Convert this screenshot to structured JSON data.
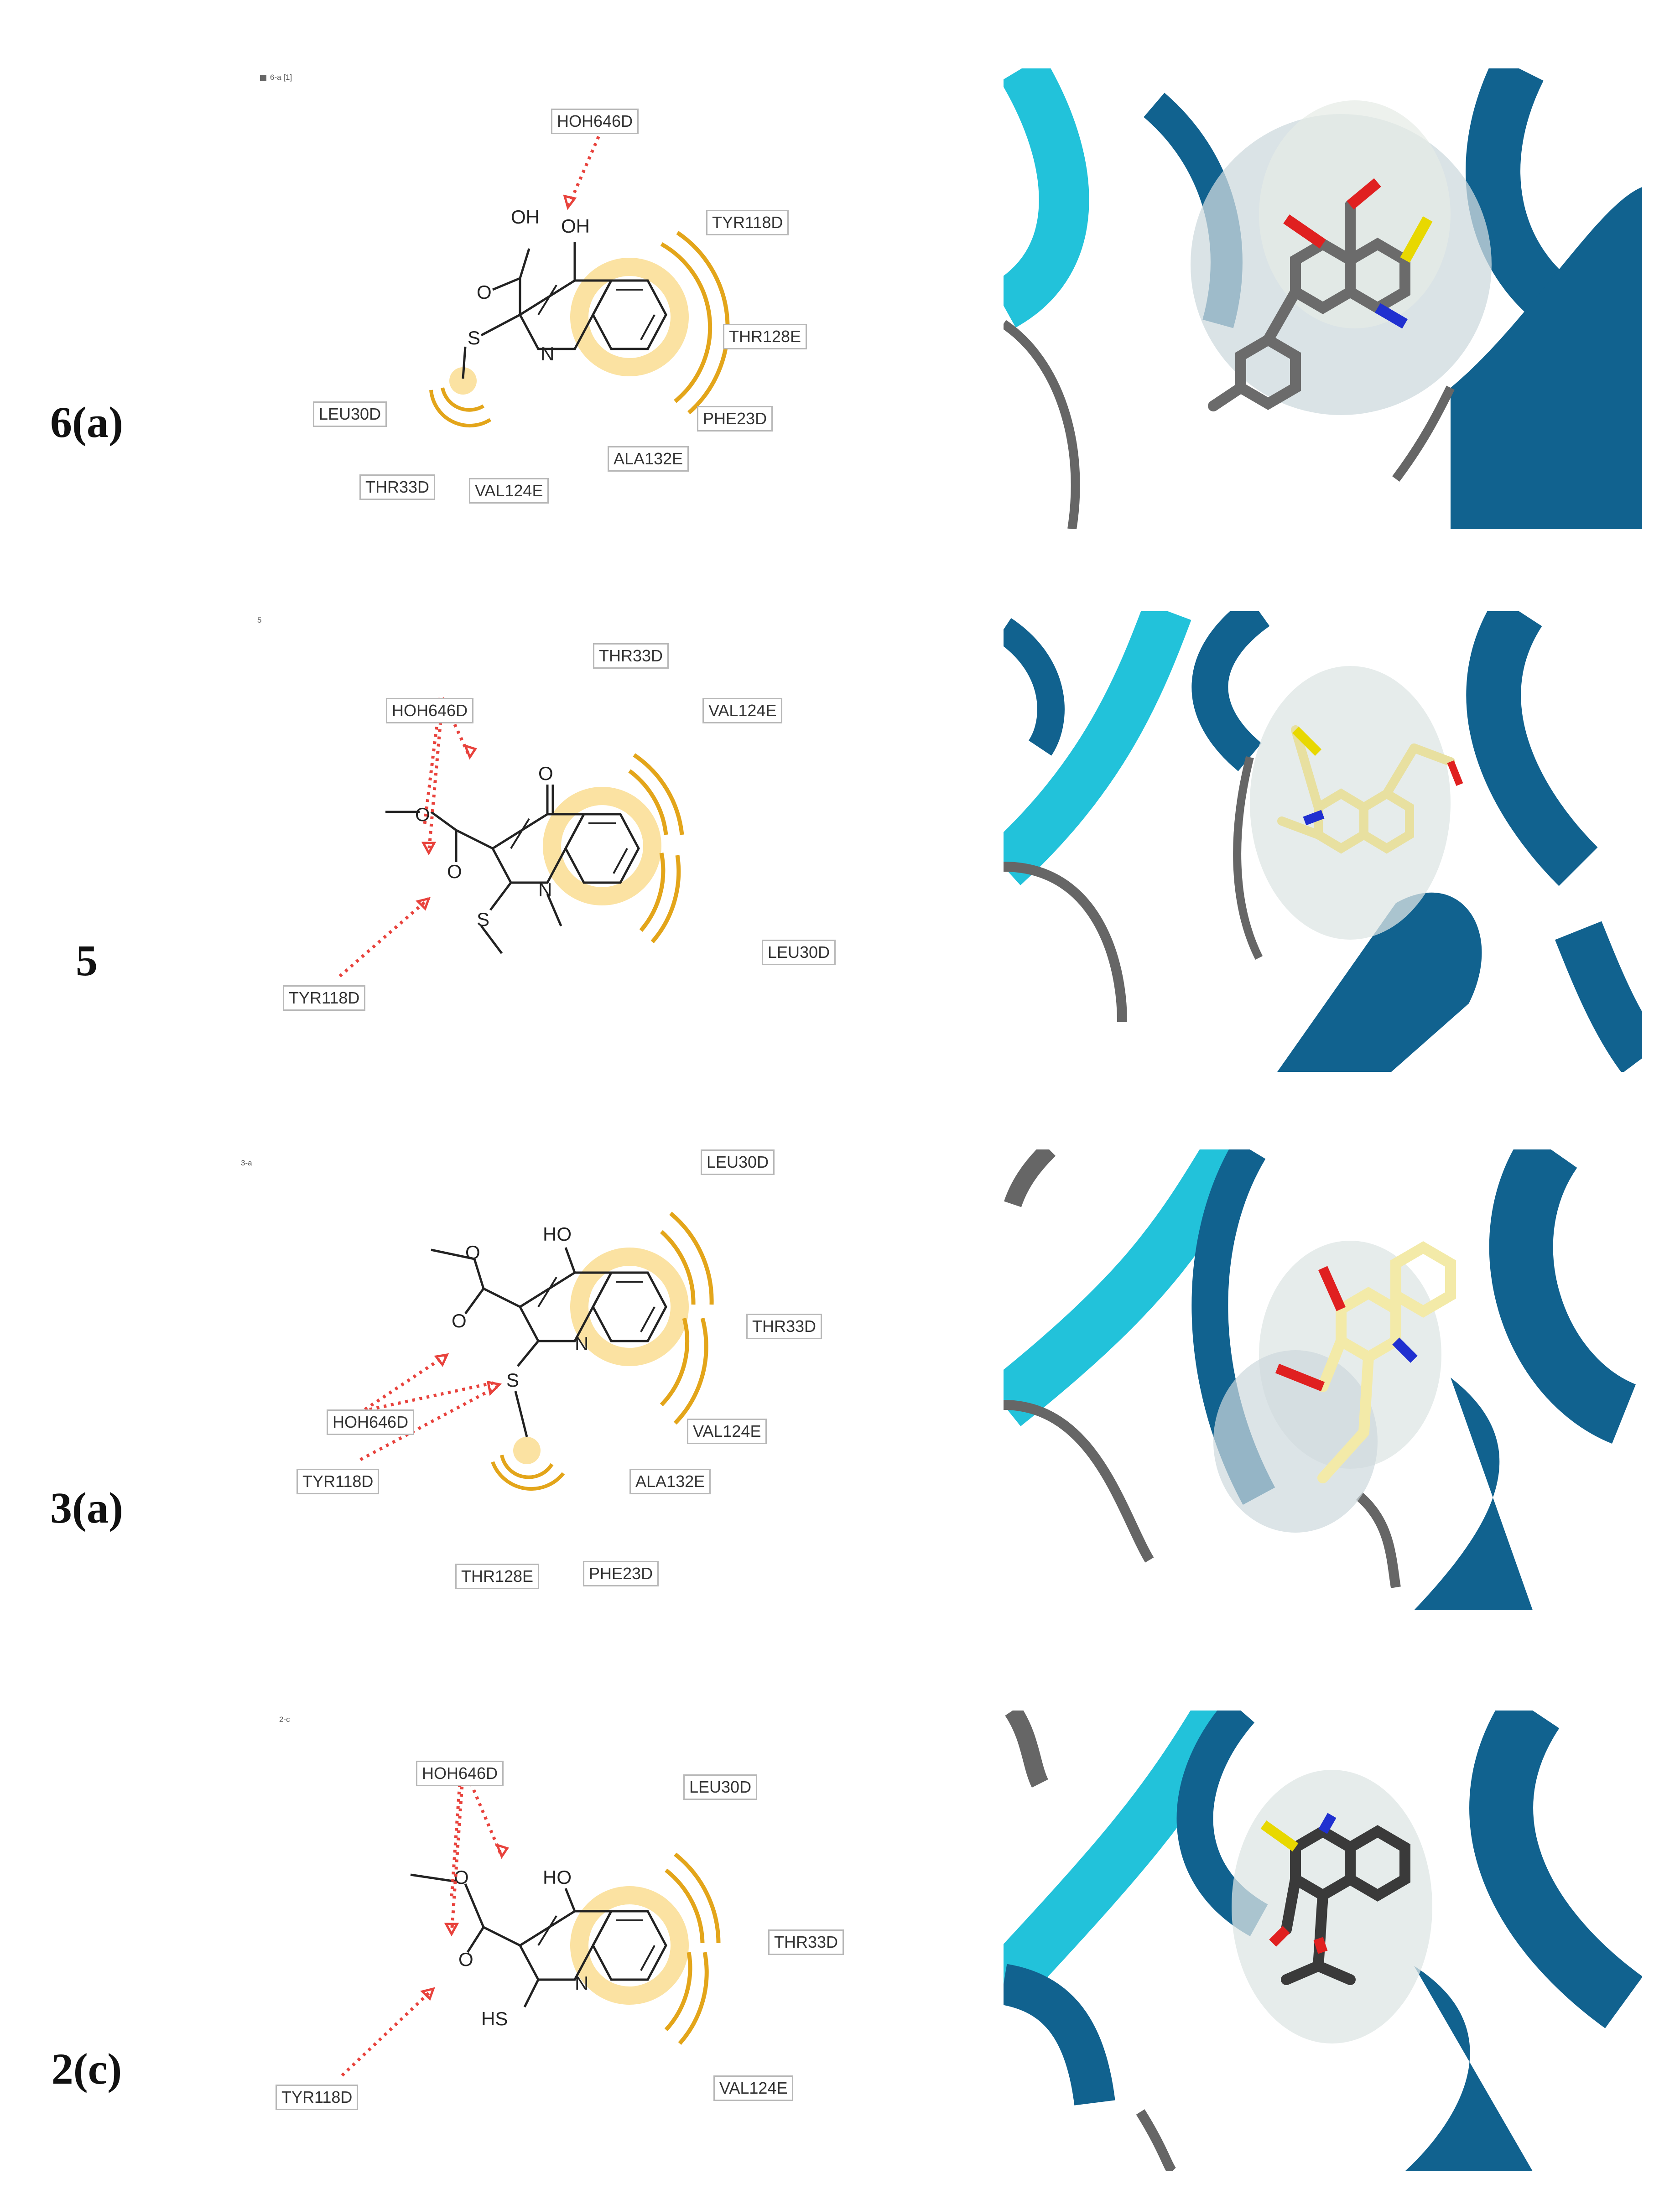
{
  "panels": [
    {
      "label_main": "6",
      "label_sub": "a",
      "caption": "6-a [1]",
      "residues": [
        "HOH646D",
        "TYR118D",
        "THR128E",
        "LEU30D",
        "PHE23D",
        "ALA132E",
        "THR33D",
        "VAL124E"
      ],
      "atoms": [
        "OH",
        "OH",
        "O",
        "S",
        "N"
      ],
      "ligand_color": "#6b6b6b"
    },
    {
      "label_main": "5",
      "label_sub": "",
      "caption": "5",
      "residues": [
        "THR33D",
        "HOH646D",
        "VAL124E",
        "TYR118D",
        "LEU30D"
      ],
      "atoms": [
        "O",
        "O",
        "O",
        "S",
        "N"
      ],
      "ligand_color": "#e8e0a0"
    },
    {
      "label_main": "3",
      "label_sub": "a",
      "caption": "3-a",
      "residues": [
        "LEU30D",
        "THR33D",
        "HOH646D",
        "VAL124E",
        "TYR118D",
        "ALA132E",
        "THR128E",
        "PHE23D"
      ],
      "atoms": [
        "HO",
        "O",
        "O",
        "S",
        "N"
      ],
      "ligand_color": "#f3eaa8"
    },
    {
      "label_main": "2",
      "label_sub": "c",
      "caption": "2-c",
      "residues": [
        "HOH646D",
        "LEU30D",
        "THR33D",
        "TYR118D",
        "VAL124E"
      ],
      "atoms": [
        "HO",
        "O",
        "O",
        "HS",
        "N"
      ],
      "ligand_color": "#3a3a3a"
    }
  ],
  "colors": {
    "hbond": "#e8423c",
    "hydrophobic": "#e3a51a",
    "hydrophobic_halo": "#fbe2a2",
    "helix_dark": "#11628f",
    "strand_cyan": "#22c2da",
    "loop_gray": "#666666",
    "surface": "#cdd9dd"
  }
}
